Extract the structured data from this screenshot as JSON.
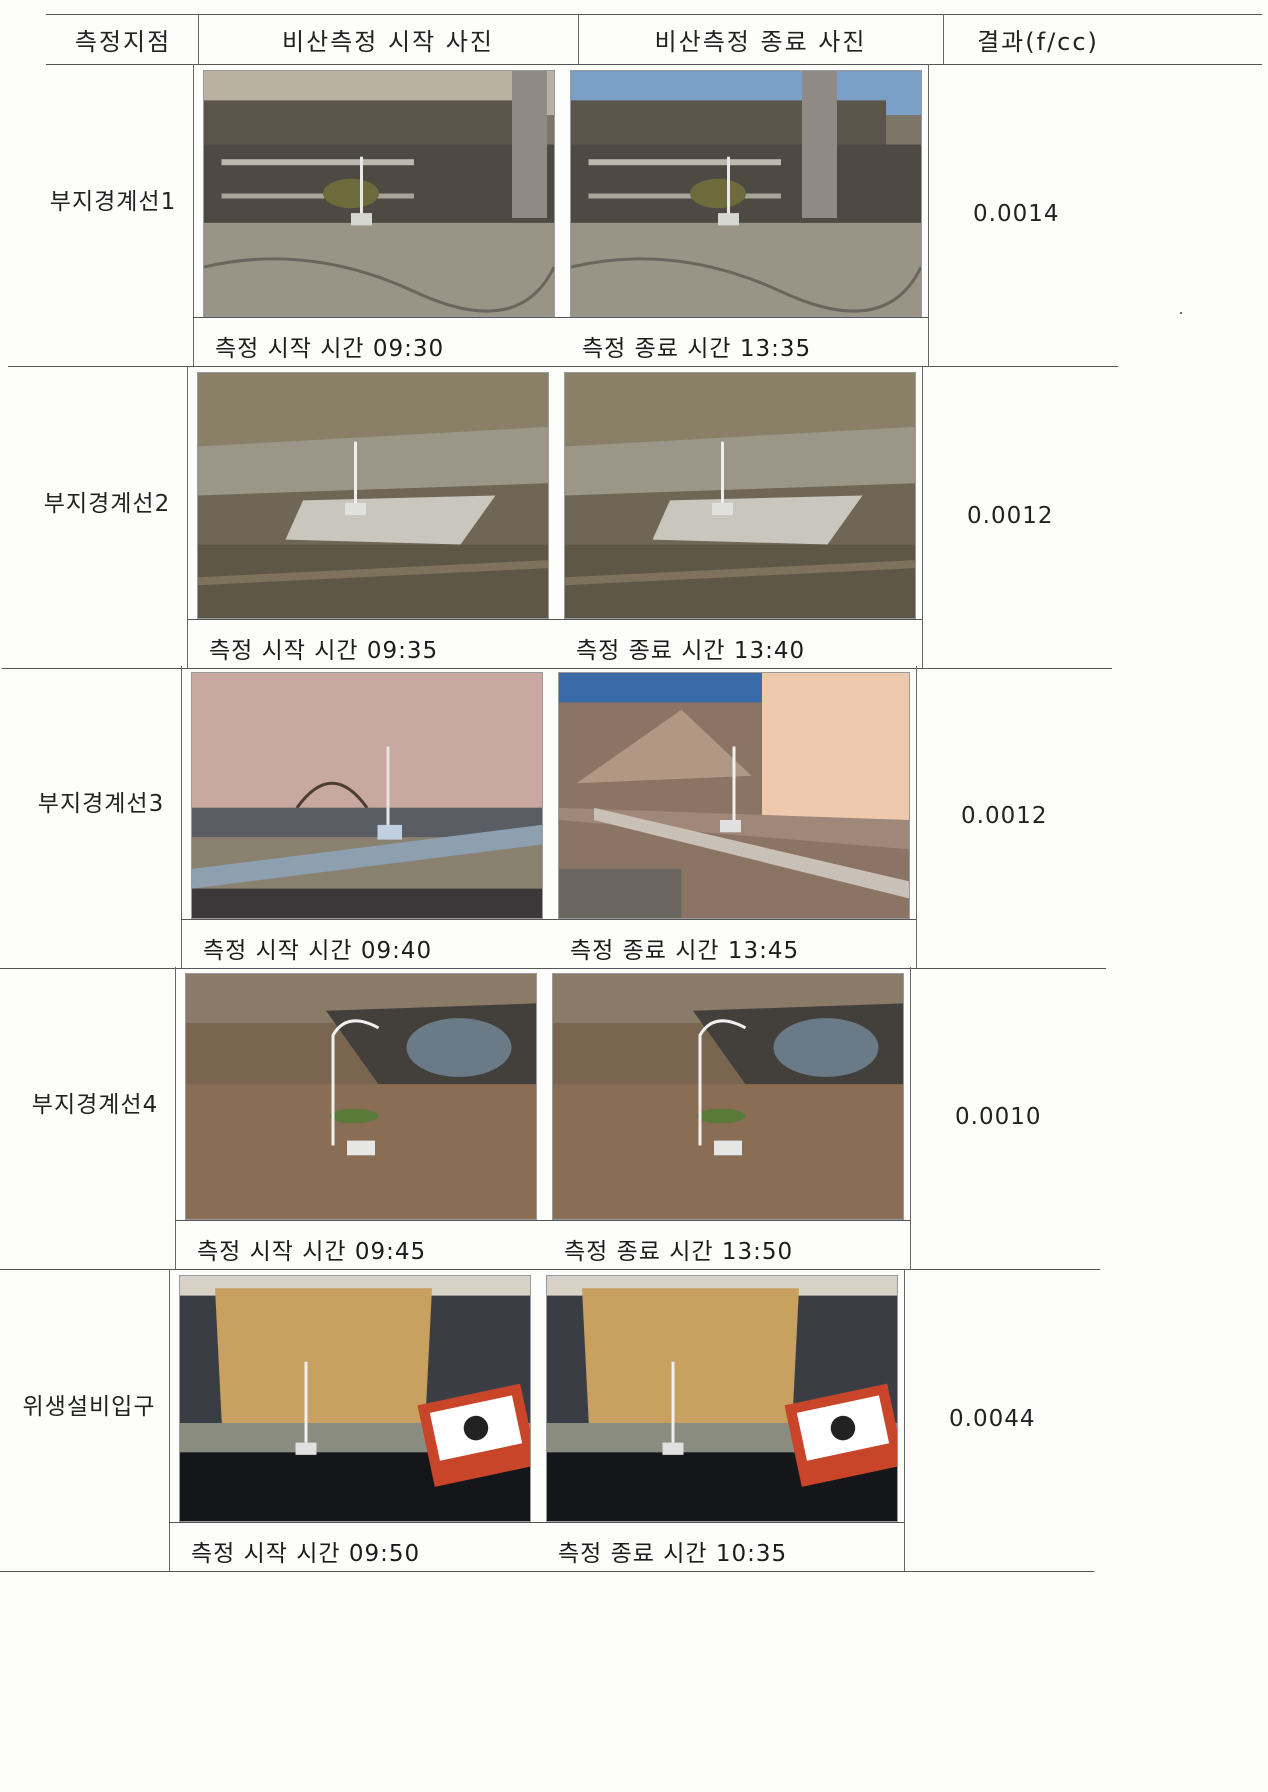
{
  "table": {
    "headers": {
      "location": "측정지점",
      "start_photo": "비산측정 시작 사진",
      "end_photo": "비산측정 종료 사진",
      "result": "결과(f/cc)"
    },
    "rows": [
      {
        "location": "부지경계선1",
        "start_caption": "측정 시작 시간 09:30",
        "end_caption": "측정 종료 시간 13:35",
        "result": "0.0014",
        "start_scene": "yard-wall",
        "end_scene": "yard-wall"
      },
      {
        "location": "부지경계선2",
        "start_caption": "측정 시작 시간 09:35",
        "end_caption": "측정 종료 시간 13:40",
        "result": "0.0012",
        "start_scene": "slab-grass",
        "end_scene": "slab-grass"
      },
      {
        "location": "부지경계선3",
        "start_caption": "측정 시작 시간 09:40",
        "end_caption": "측정 종료 시간 13:45",
        "result": "0.0012",
        "start_scene": "seaside-curb",
        "end_scene": "debris-curb"
      },
      {
        "location": "부지경계선4",
        "start_caption": "측정 시작 시간 09:45",
        "end_caption": "측정 종료 시간 13:50",
        "result": "0.0010",
        "start_scene": "dry-field",
        "end_scene": "dry-field"
      },
      {
        "location": "위생설비입구",
        "start_caption": "측정 시작 시간 09:50",
        "end_caption": "측정 종료 시간 10:35",
        "result": "0.0044",
        "start_scene": "tent-sign",
        "end_scene": "tent-sign"
      }
    ]
  }
}
